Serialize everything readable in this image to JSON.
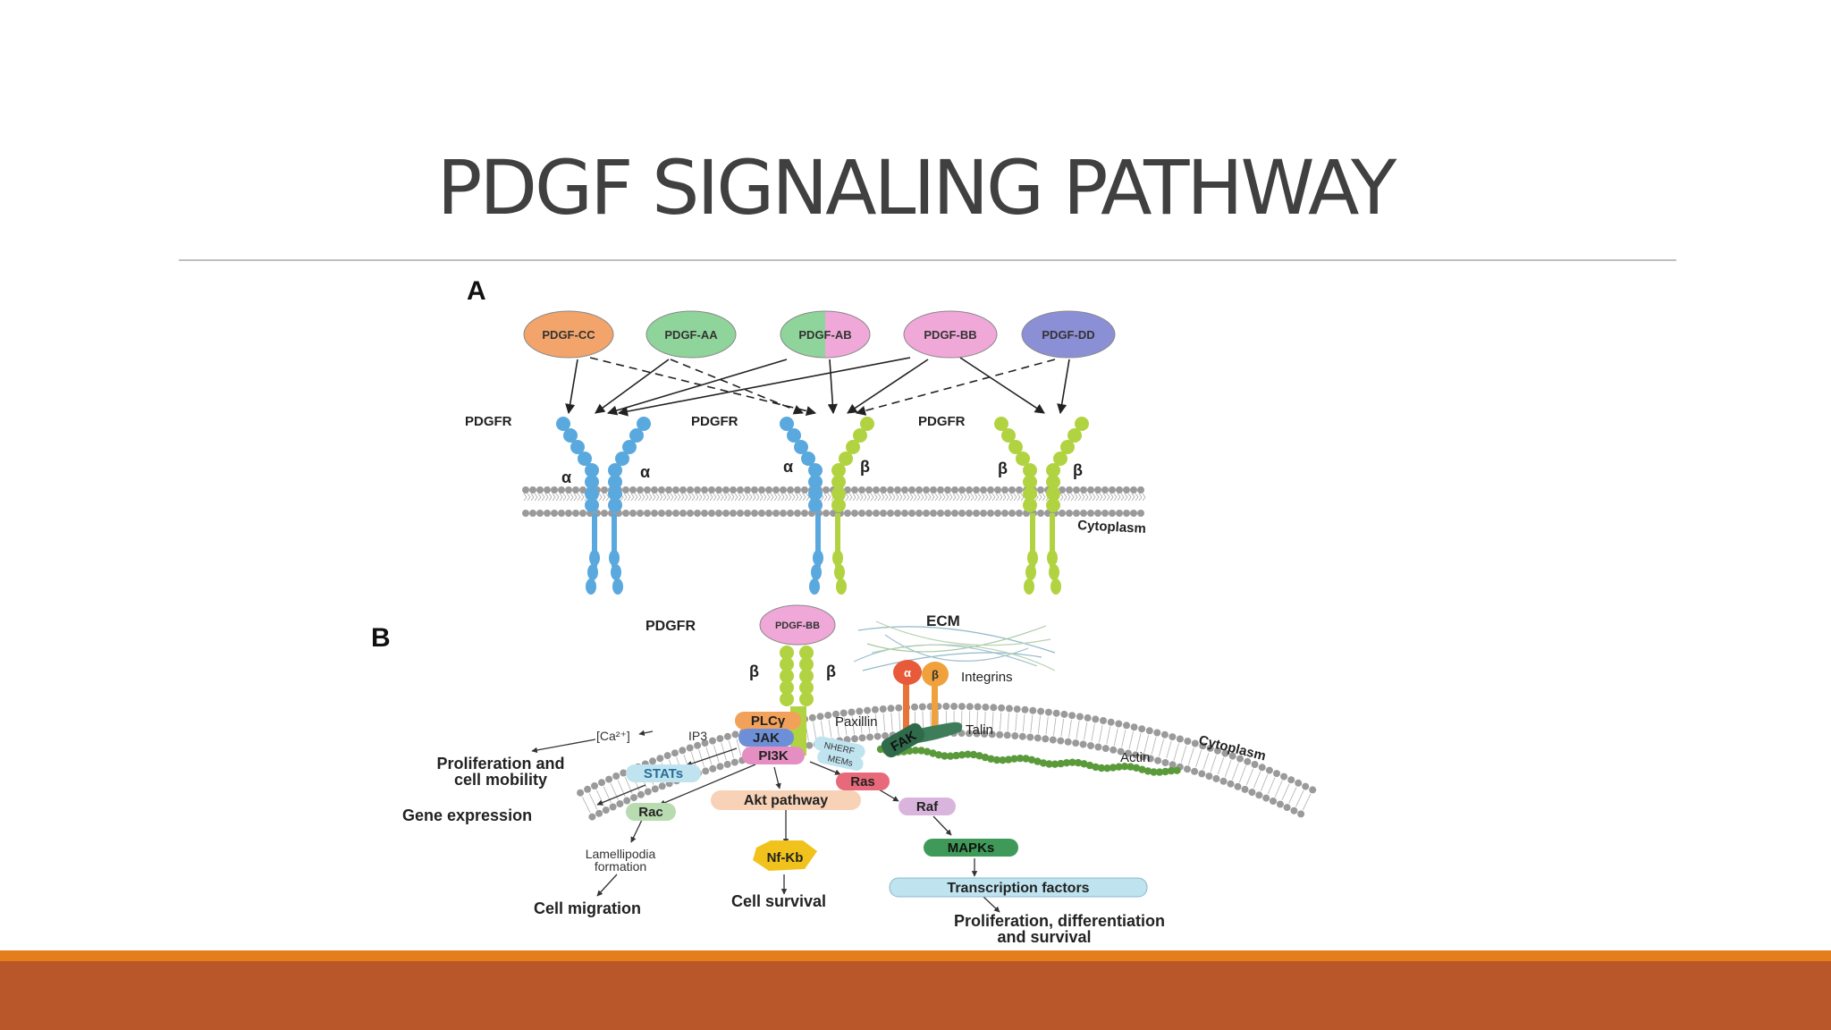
{
  "slide": {
    "title": "PDGF SIGNALING PATHWAY",
    "colors": {
      "title": "#404040",
      "rule": "#bfbfbf",
      "bar_orange": "#e47d1b",
      "bar_rust": "#b9572a"
    }
  },
  "panel_a": {
    "label": "A",
    "ligands": [
      {
        "name": "PDGF-CC",
        "color": "#f2a46b"
      },
      {
        "name": "PDGF-AA",
        "color": "#8fd49b"
      },
      {
        "name": "PDGF-AB",
        "colors": [
          "#8fd49b",
          "#f0a8d8"
        ]
      },
      {
        "name": "PDGF-BB",
        "color": "#f0a8d8"
      },
      {
        "name": "PDGF-DD",
        "color": "#8b8fd6"
      }
    ],
    "receptors": [
      {
        "label": "PDGFR",
        "left_chain": "α",
        "right_chain": "α"
      },
      {
        "label": "PDGFR",
        "left_chain": "α",
        "right_chain": "β"
      },
      {
        "label": "PDGFR",
        "left_chain": "β",
        "right_chain": "β"
      }
    ],
    "cytoplasm": "Cytoplasm",
    "alpha_color": "#5aa9de",
    "beta_color": "#b2d341"
  },
  "panel_b": {
    "label": "B",
    "pdgfr": "PDGFR",
    "ligand": "PDGF-BB",
    "ecm": "ECM",
    "integrins": "Integrins",
    "integrin_alpha": "α",
    "integrin_beta": "β",
    "chain_left": "β",
    "chain_right": "β",
    "cytoplasm": "Cytoplasm",
    "paxillin": "Paxillin",
    "talin": "Talin",
    "actin": "Actin",
    "fak": "FAK",
    "nherf": "NHERF",
    "mems": "MEMs",
    "ca": "[Ca²⁺]",
    "ip3": "IP3",
    "nodes": {
      "plc": "PLCγ",
      "jak": "JAK",
      "pi3k": "PI3K",
      "stats": "STATs",
      "ras": "Ras",
      "rac": "Rac",
      "akt": "Akt pathway",
      "raf": "Raf",
      "mapks": "MAPKs",
      "nfkb": "Nf-Kb",
      "tf": "Transcription factors"
    },
    "outcomes": {
      "prolif_line1": "Proliferation and",
      "prolif_line2": "cell mobility",
      "gene": "Gene expression",
      "lamel_line1": "Lamellipodia",
      "lamel_line2": "formation",
      "migration": "Cell migration",
      "survival": "Cell survival",
      "final_line1": "Proliferation, differentiation",
      "final_line2": "and survival"
    }
  }
}
